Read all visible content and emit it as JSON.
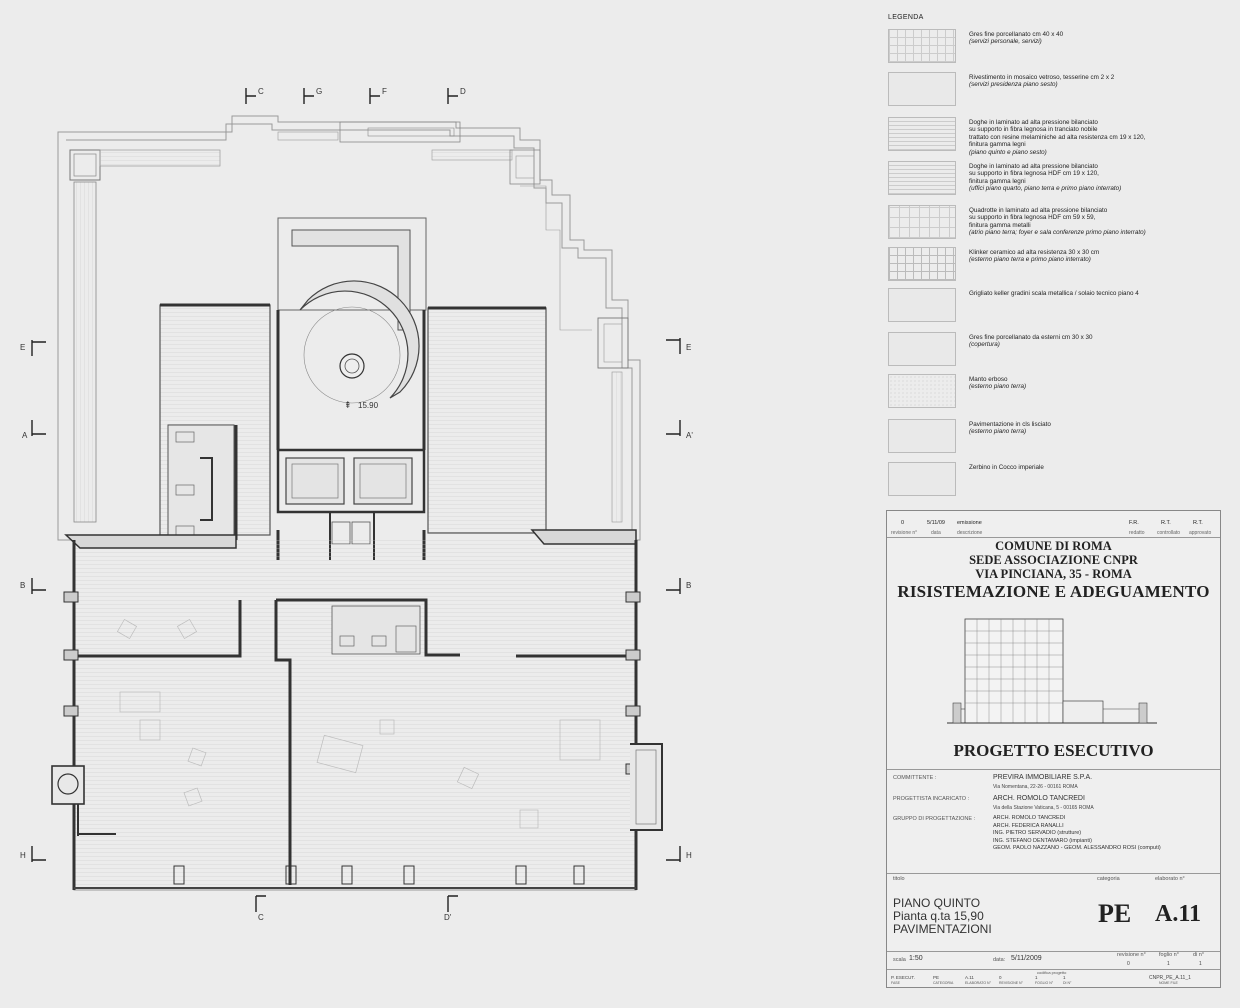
{
  "plan": {
    "level_marker": "15.90",
    "section_labels": {
      "top": [
        "C",
        "G",
        "F",
        "D"
      ],
      "left": [
        "E",
        "A",
        "B",
        "H"
      ],
      "right": [
        "E",
        "A'",
        "B",
        "H"
      ],
      "bottom": [
        "C",
        "D'"
      ]
    }
  },
  "legend": {
    "title": "LEGENDA",
    "items": [
      {
        "name": "Gres fine porcellanato cm 40 x 40",
        "note": "(servizi personale, servizi)"
      },
      {
        "name": "Rivestimento in mosaico vetroso, tesserine cm 2 x 2",
        "note": "(servizi presidenza piano sesto)"
      },
      {
        "name": "Doghe in laminato ad alta pressione bilanciato\nsu supporto in fibra legnosa in tranciato nobile\ntrattato con resine melaminiche ad alta resistenza cm 19 x 120,\nfinitura gamma legni",
        "note": "(piano quinto e piano sesto)"
      },
      {
        "name": "Doghe in laminato ad alta pressione bilanciato\nsu supporto in fibra legnosa HDF cm 19 x 120,\nfinitura gamma legni",
        "note": "(uffici piano quarto, piano terra e primo piano interrato)"
      },
      {
        "name": "Quadrotte in laminato ad alta pressione bilanciato\nsu supporto in fibra legnosa HDF cm 59 x 59,\nfinitura gamma metalli",
        "note": "(atrio piano terra; foyer e sala conferenze primo piano interrato)"
      },
      {
        "name": "Klinker ceramico ad alta resistenza 30 x 30 cm",
        "note": "(esterno piano terra e primo piano interrato)"
      },
      {
        "name": "Grigliato keller gradini scala metallica / solaio tecnico piano 4",
        "note": ""
      },
      {
        "name": "Gres fine porcellanato da esterni cm 30 x 30",
        "note": "(copertura)"
      },
      {
        "name": "Manto erboso",
        "note": "(esterno piano terra)"
      },
      {
        "name": "Pavimentazione in cls lisciato",
        "note": "(esterno piano terra)"
      },
      {
        "name": "Zerbino in Cocco imperiale",
        "note": ""
      }
    ]
  },
  "titleblock": {
    "revision": {
      "num": "0",
      "date": "5/11/09",
      "desc": "emissione",
      "redatto": "F.R.",
      "controllato": "R.T.",
      "approvato": "R.T.",
      "h_rev": "revisione n°",
      "h_data": "data",
      "h_desc": "descrizione",
      "h_red": "redatto",
      "h_con": "controllato",
      "h_app": "approvato"
    },
    "project": {
      "line1": "COMUNE DI ROMA",
      "line2": "SEDE ASSOCIAZIONE CNPR",
      "line3": "VIA PINCIANA, 35 - ROMA",
      "line4": "RISISTEMAZIONE E ADEGUAMENTO"
    },
    "phase": "PROGETTO ESECUTIVO",
    "committente_label": "COMMITTENTE :",
    "committente": "PREVIRA IMMOBILIARE S.P.A.",
    "committente_addr": "Via Nomentana, 22-26 - 00161 ROMA",
    "progettista_label": "PROGETTISTA INCARICATO :",
    "progettista": "ARCH. ROMOLO TANCREDI",
    "progettista_addr": "Via della Stazione Vaticana, 5 - 00165 ROMA",
    "gruppo_label": "GRUPPO DI PROGETTAZIONE :",
    "gruppo": [
      "ARCH. ROMOLO TANCREDI",
      "ARCH. FEDERICA RANALLI",
      "ING. PIETRO SERVADIO (strutture)",
      "ING. STEFANO DENTAMARO (impianti)",
      "GEOM. PAOLO NAZZANO - GEOM. ALESSANDRO ROSI (computi)"
    ],
    "titolo_label": "titolo",
    "categoria_label": "categoria",
    "elaborato_label": "elaborato n°",
    "title1": "PIANO QUINTO",
    "title2": "Pianta q.ta 15,90",
    "title3": "PAVIMENTAZIONI",
    "code_cat": "PE",
    "code_elab": "A.11",
    "scala_label": "scala",
    "scala": "1:50",
    "data_label": "data:",
    "data": "5/11/2009",
    "revisione_label": "revisione n°",
    "revisione": "0",
    "foglio_label": "foglio n°",
    "foglio": "1",
    "di_label": "di n°",
    "di": "1",
    "codifica_label": "codifica progetto",
    "codifica_fields": [
      "P. ESECUT.",
      "PE",
      "A.11",
      "0",
      "1",
      "1"
    ],
    "codifica_sub": [
      "FASE",
      "CATEGORIA",
      "ELABORATO N°",
      "REVISIONE N°",
      "FOGLIO N°",
      "DI N°"
    ],
    "file": "CNPR_PE_A.11_1",
    "file_label": "NOME FILE"
  }
}
